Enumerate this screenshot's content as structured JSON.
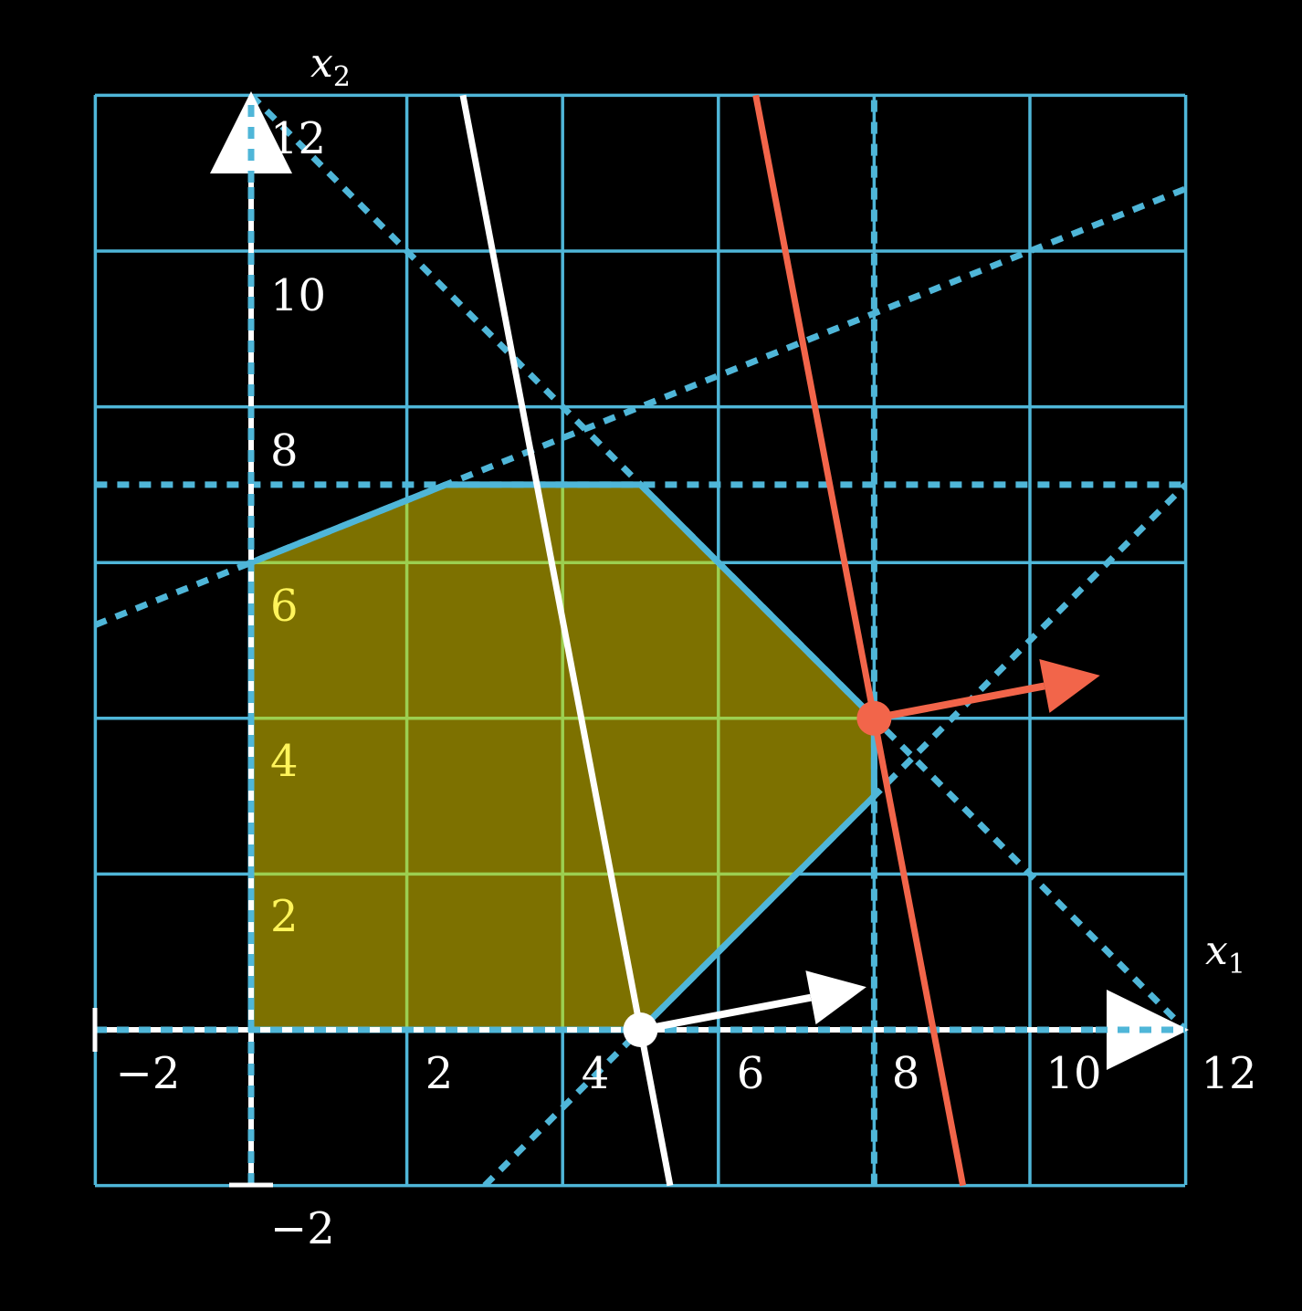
{
  "diagram": {
    "axes": {
      "x_label": {
        "base": "x",
        "sub": "1"
      },
      "y_label": {
        "base": "x",
        "sub": "2"
      },
      "x_ticks": [
        "−2",
        "2",
        "4",
        "6",
        "8",
        "10",
        "12"
      ],
      "y_ticks": [
        "−2",
        "2",
        "4",
        "6",
        "8",
        "10",
        "12"
      ],
      "range": [
        -2,
        12
      ],
      "grid_spacing": 2
    },
    "feasible_region": {
      "vertices": [
        [
          0,
          0
        ],
        [
          5,
          0
        ],
        [
          8,
          3
        ],
        [
          8,
          4
        ],
        [
          5,
          7
        ],
        [
          2.5,
          7
        ],
        [
          0,
          6
        ]
      ],
      "fill_color": "#7d7100",
      "edge_color": "#4fb6d8"
    },
    "constraint_lines": [
      {
        "kind": "x1 = 8"
      },
      {
        "kind": "x2 = 7"
      },
      {
        "kind": "x1 + x2 = 12"
      },
      {
        "kind": "x1 - x2 = 5"
      },
      {
        "kind": "x2 = 6 + 0.4 x1"
      },
      {
        "kind": "x1 = 0"
      },
      {
        "kind": "x2 = 0"
      }
    ],
    "objective_lines": [
      {
        "name": "white",
        "color": "#ffffff",
        "through": [
          5,
          0
        ],
        "direction": [
          -0.19,
          1
        ]
      },
      {
        "name": "orange",
        "color": "#f2654a",
        "through": [
          8,
          4
        ],
        "direction": [
          -0.19,
          1
        ]
      }
    ],
    "points": [
      {
        "name": "white-point",
        "color": "#ffffff",
        "at": [
          5,
          0
        ]
      },
      {
        "name": "orange-point",
        "color": "#f2654a",
        "at": [
          8,
          4
        ]
      }
    ],
    "gradient_arrows": [
      {
        "name": "white-arrow",
        "color": "#ffffff",
        "from": [
          5,
          0
        ],
        "to": [
          7.9,
          0.55
        ]
      },
      {
        "name": "orange-arrow",
        "color": "#f2654a",
        "from": [
          8,
          4
        ],
        "to": [
          10.9,
          4.55
        ]
      }
    ],
    "colors": {
      "grid": "#4fb6d8",
      "grid_inside": "#9ccf50",
      "axis": "#ffffff",
      "tick_label": "#ffffff",
      "tick_label_inside": "#fff45a",
      "background": "#000000"
    }
  }
}
